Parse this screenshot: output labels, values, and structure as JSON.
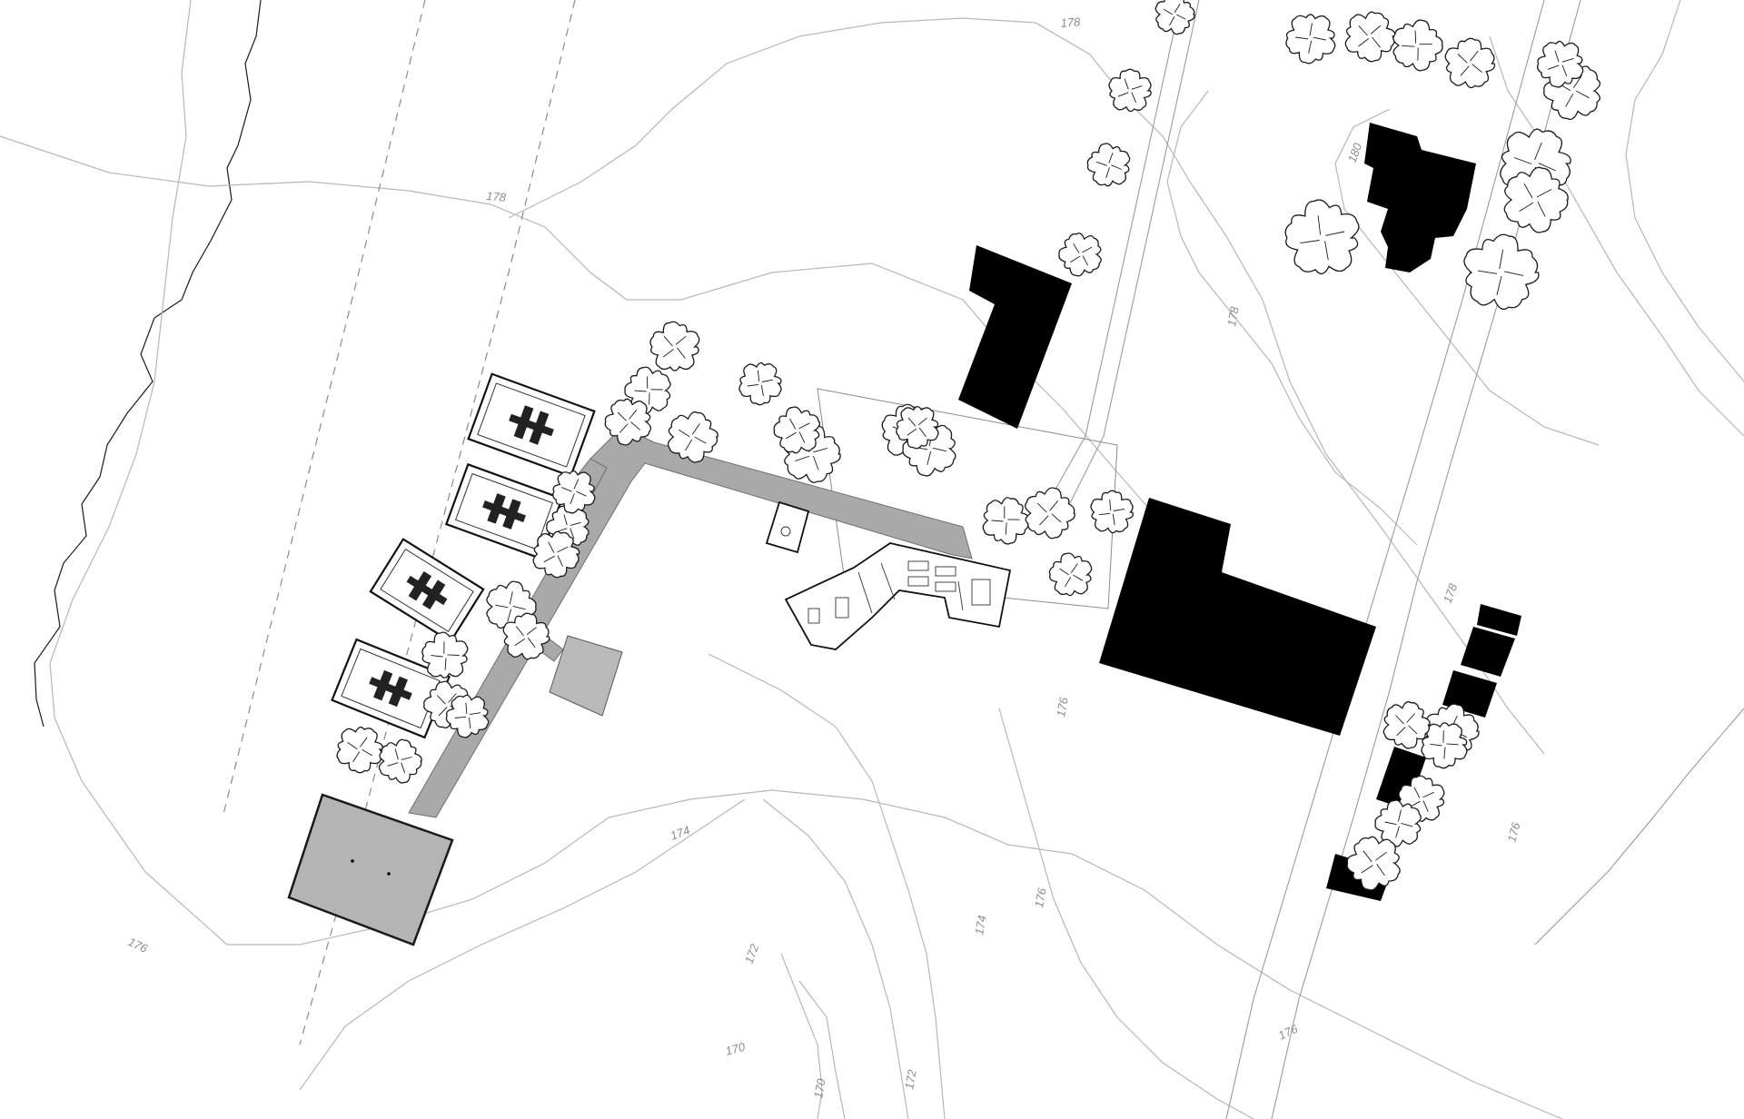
{
  "map": {
    "contour_labels": [
      "178",
      "178",
      "180",
      "178",
      "178",
      "176",
      "176",
      "174",
      "176",
      "174",
      "172",
      "170",
      "170",
      "172",
      "176",
      "176"
    ]
  },
  "colors": {
    "background": "#ffffff",
    "building_fill": "#000000",
    "path_fill": "#a9a9a9",
    "contour_stroke": "#b7b7b7",
    "tree_outline": "#1a1a1a"
  },
  "icons": {
    "tree": "tree-canopy-icon"
  }
}
